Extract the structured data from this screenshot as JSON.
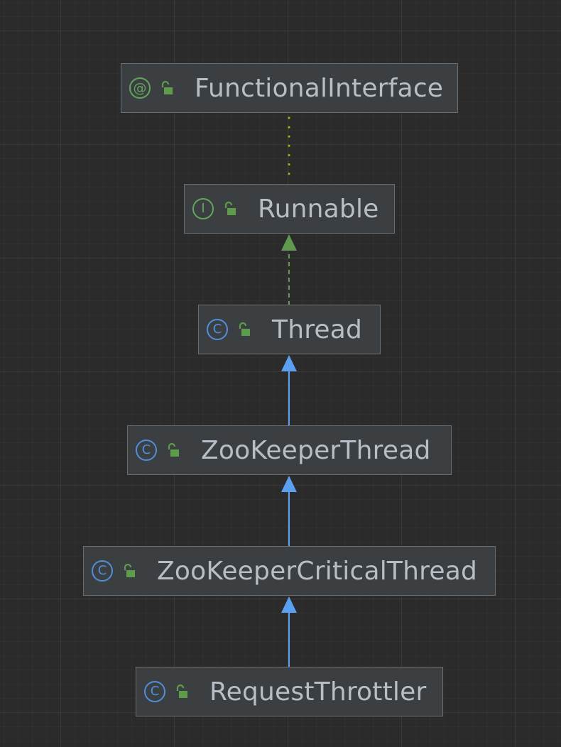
{
  "diagram": {
    "nodes": [
      {
        "id": "functional-interface",
        "label": "FunctionalInterface",
        "kind": "annotation",
        "kind_glyph": "@",
        "visibility": "public"
      },
      {
        "id": "runnable",
        "label": "Runnable",
        "kind": "interface",
        "kind_glyph": "I",
        "visibility": "public"
      },
      {
        "id": "thread",
        "label": "Thread",
        "kind": "class",
        "kind_glyph": "C",
        "visibility": "public"
      },
      {
        "id": "zookeeper-thread",
        "label": "ZooKeeperThread",
        "kind": "class",
        "kind_glyph": "C",
        "visibility": "public"
      },
      {
        "id": "zookeeper-critical-thread",
        "label": "ZooKeeperCriticalThread",
        "kind": "class",
        "kind_glyph": "C",
        "visibility": "public"
      },
      {
        "id": "request-throttler",
        "label": "RequestThrottler",
        "kind": "class",
        "kind_glyph": "C",
        "visibility": "public"
      }
    ],
    "edges": [
      {
        "from": "runnable",
        "to": "functional-interface",
        "type": "annotated-by"
      },
      {
        "from": "thread",
        "to": "runnable",
        "type": "implements"
      },
      {
        "from": "zookeeper-thread",
        "to": "thread",
        "type": "extends"
      },
      {
        "from": "zookeeper-critical-thread",
        "to": "zookeeper-thread",
        "type": "extends"
      },
      {
        "from": "request-throttler",
        "to": "zookeeper-critical-thread",
        "type": "extends"
      }
    ],
    "colors": {
      "background": "#2b2b2b",
      "node_fill": "#3c3f41",
      "node_border": "#6b6e70",
      "text": "#b7bec6",
      "class_icon": "#4f8fdc",
      "interface_icon": "#62a65c",
      "lock_icon": "#5c9c4a",
      "extends_arrow": "#5b9ff0",
      "implements_arrow": "#5f9a4e",
      "annotation_dots": "#b0b000"
    }
  }
}
